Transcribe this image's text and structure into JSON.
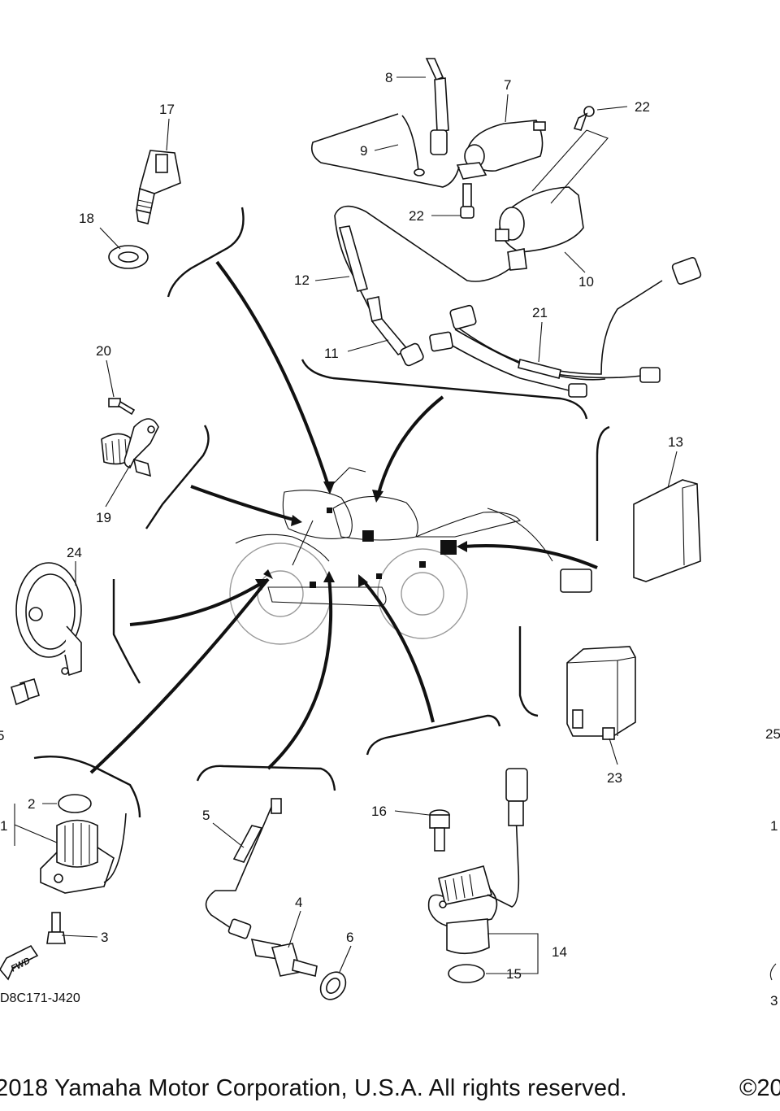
{
  "callouts": [
    {
      "label": "1"
    },
    {
      "label": "2"
    },
    {
      "label": "3"
    },
    {
      "label": "4"
    },
    {
      "label": "5"
    },
    {
      "label": "6"
    },
    {
      "label": "7"
    },
    {
      "label": "8"
    },
    {
      "label": "9"
    },
    {
      "label": "10"
    },
    {
      "label": "11"
    },
    {
      "label": "12"
    },
    {
      "label": "13"
    },
    {
      "label": "14"
    },
    {
      "label": "15"
    },
    {
      "label": "16"
    },
    {
      "label": "17"
    },
    {
      "label": "18"
    },
    {
      "label": "19"
    },
    {
      "label": "20"
    },
    {
      "label": "21"
    },
    {
      "label": "22"
    },
    {
      "label": "22"
    },
    {
      "label": "23"
    },
    {
      "label": "24"
    },
    {
      "label": "5"
    },
    {
      "label": "25"
    },
    {
      "label": "1"
    },
    {
      "label": "3"
    }
  ],
  "fwd_label": "FWD",
  "diagram_code": "D8C171-J420",
  "copyright": "2018 Yamaha Motor Corporation, U.S.A. All rights reserved.",
  "copyright_right": "©20"
}
